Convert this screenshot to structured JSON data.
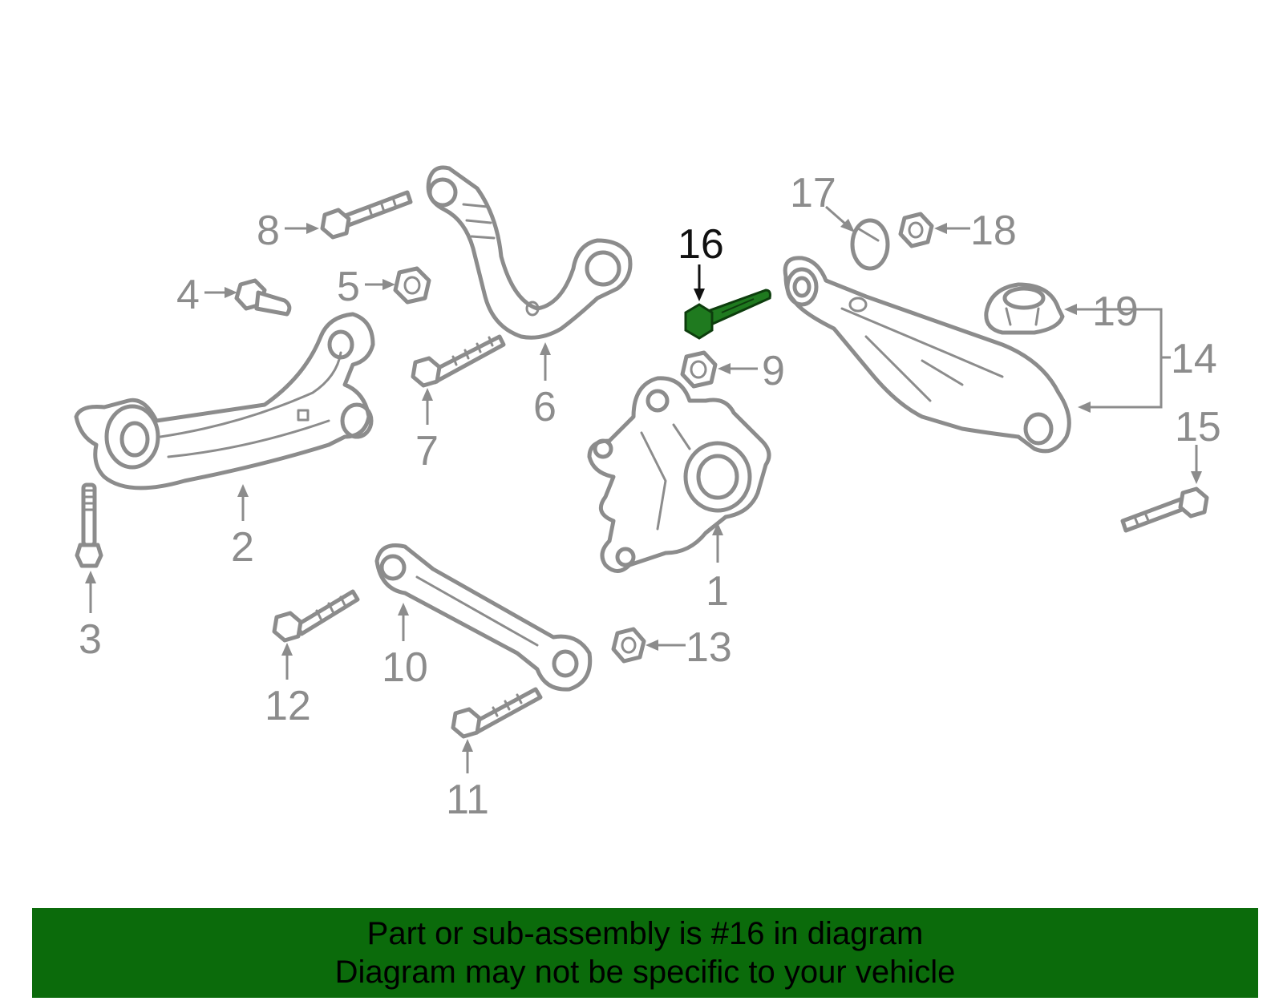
{
  "diagram": {
    "highlighted_part": "16",
    "highlight_color": "#1f7a1f",
    "parts": [
      {
        "id": "1",
        "label": "1"
      },
      {
        "id": "2",
        "label": "2"
      },
      {
        "id": "3",
        "label": "3"
      },
      {
        "id": "4",
        "label": "4"
      },
      {
        "id": "5",
        "label": "5"
      },
      {
        "id": "6",
        "label": "6"
      },
      {
        "id": "7",
        "label": "7"
      },
      {
        "id": "8",
        "label": "8"
      },
      {
        "id": "9",
        "label": "9"
      },
      {
        "id": "10",
        "label": "10"
      },
      {
        "id": "11",
        "label": "11"
      },
      {
        "id": "12",
        "label": "12"
      },
      {
        "id": "13",
        "label": "13"
      },
      {
        "id": "14",
        "label": "14"
      },
      {
        "id": "15",
        "label": "15"
      },
      {
        "id": "16",
        "label": "16"
      },
      {
        "id": "17",
        "label": "17"
      },
      {
        "id": "18",
        "label": "18"
      },
      {
        "id": "19",
        "label": "19"
      }
    ]
  },
  "footer": {
    "line1": "Part or sub-assembly is #16 in diagram",
    "line2": "Diagram may not be specific to your vehicle",
    "background_color": "#0b6b0b"
  }
}
